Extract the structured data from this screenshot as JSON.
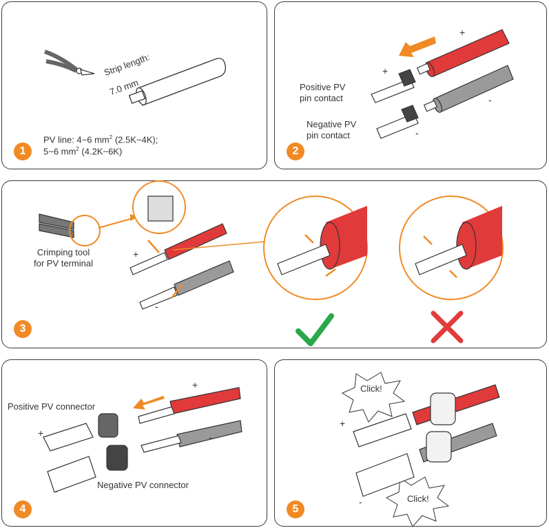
{
  "panels": [
    {
      "step": "1",
      "strip_label": "Strip length:",
      "strip_value": "7.0 mm",
      "pv_line_1": "PV line: 4~6 mm",
      "pv_line_1_tail": "(2.5K~4K);",
      "pv_line_2": "5~6 mm",
      "pv_line_2_tail": "(4.2K~6K)",
      "sup": "2"
    },
    {
      "step": "2",
      "plus": "+",
      "minus": "-",
      "positive_label_1": "Positive PV",
      "positive_label_2": "pin contact",
      "negative_label_1": "Negative PV",
      "negative_label_2": "pin contact"
    },
    {
      "step": "3",
      "tool_label_1": "Crimping tool",
      "tool_label_2": "for PV terminal",
      "plus": "+",
      "minus": "-",
      "correct": "correct",
      "incorrect": "incorrect"
    },
    {
      "step": "4",
      "positive_connector": "Positive PV connector",
      "negative_connector": "Negative PV connector",
      "plus": "+",
      "minus": "-"
    },
    {
      "step": "5",
      "click_1": "Click!",
      "click_2": "Click!",
      "plus": "+",
      "minus": "-"
    }
  ],
  "colors": {
    "accent": "#f08a24",
    "red_cable": "#e03a3a",
    "gray_cable": "#9a9a9a",
    "check": "#2aa84a",
    "cross": "#e23b3b"
  }
}
